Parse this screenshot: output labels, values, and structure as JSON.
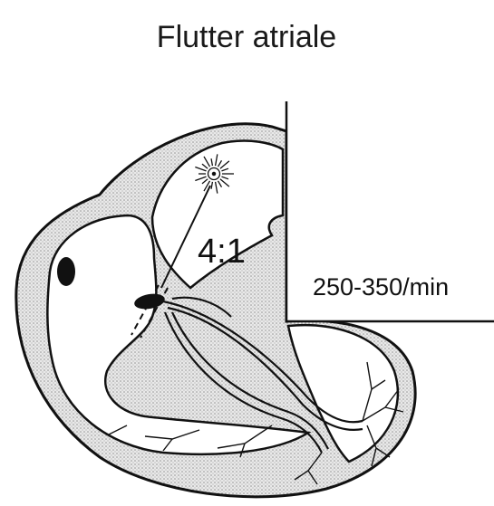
{
  "title": "Flutter atriale",
  "conduction_ratio": "4:1",
  "atrial_rate": "250-350/min",
  "colors": {
    "ink": "#111111",
    "tissue_dots": "#9a9a9a",
    "background": "#ffffff"
  }
}
